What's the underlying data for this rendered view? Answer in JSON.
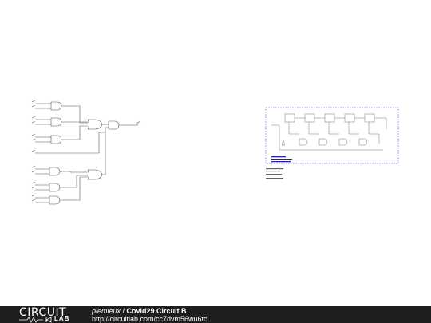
{
  "footer": {
    "logo_circuit": "CIRCUIT",
    "logo_lab": "LAB",
    "author": "plemieux",
    "separator": " / ",
    "title": "Covid29 Circuit B",
    "url": "http://circuitlab.com/cc7dvm56wu6tc"
  },
  "colors": {
    "wire": "#555555",
    "footer_bg": "#1e1e1e",
    "annotation_box": "#5555cc",
    "annotation_text": "#2222aa"
  }
}
